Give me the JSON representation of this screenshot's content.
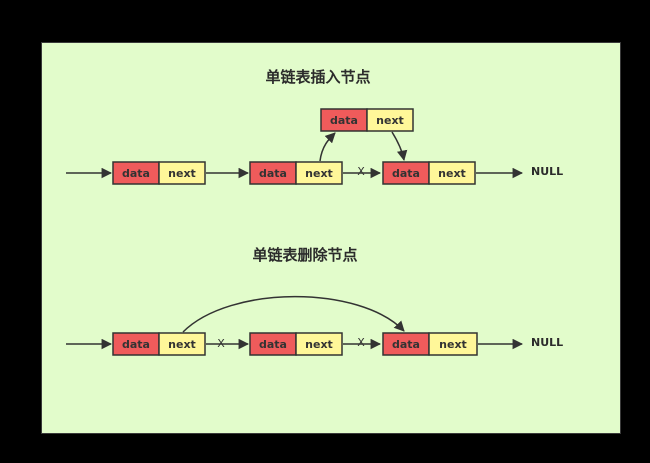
{
  "colors": {
    "background": "#e2fccb",
    "data_cell": "#ef5b5b",
    "next_cell": "#fff799",
    "stroke": "#333333"
  },
  "insert": {
    "title": "单链表插入节点",
    "node_a": {
      "data": "data",
      "next": "next"
    },
    "node_b": {
      "data": "data",
      "next": "next"
    },
    "node_new": {
      "data": "data",
      "next": "next"
    },
    "node_c": {
      "data": "data",
      "next": "next"
    },
    "cut_mark": "X",
    "null_label": "NULL"
  },
  "delete": {
    "title": "单链表删除节点",
    "node_a": {
      "data": "data",
      "next": "next"
    },
    "node_b": {
      "data": "data",
      "next": "next"
    },
    "node_c": {
      "data": "data",
      "next": "next"
    },
    "cut_mark_1": "X",
    "cut_mark_2": "X",
    "null_label": "NULL"
  }
}
